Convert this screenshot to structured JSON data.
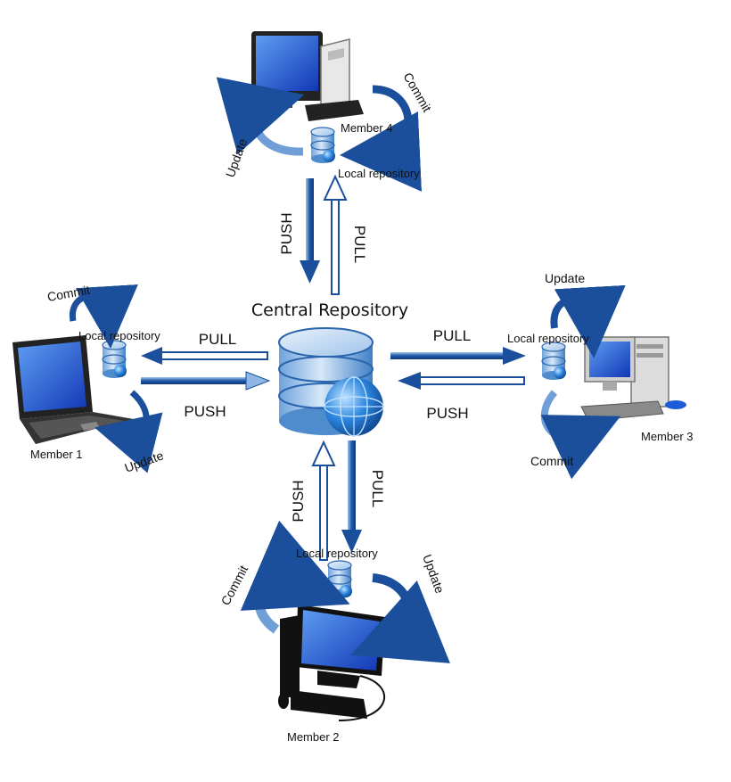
{
  "diagram": {
    "central": {
      "label": "Central Repository"
    },
    "members": [
      {
        "name": "Member 4",
        "local_repo_label": "Local repository",
        "commit_label": "Commit",
        "update_label": "Update"
      },
      {
        "name": "Member 1",
        "local_repo_label": "Local repository",
        "commit_label": "Commit",
        "update_label": "Update"
      },
      {
        "name": "Member 3",
        "local_repo_label": "Local repository",
        "commit_label": "Commit",
        "update_label": "Update"
      },
      {
        "name": "Member 2",
        "local_repo_label": "Local repository",
        "commit_label": "Commit",
        "update_label": "Update"
      }
    ],
    "flows": {
      "push_label": "PUSH",
      "pull_label": "PULL"
    },
    "colors": {
      "arrow": "#1b4f9c",
      "arrow_light": "#8fb7e6",
      "cylinder": "#3f7fc6",
      "cylinder_light": "#cfe2f6",
      "globe": "#1a6fd0",
      "screen": "#1e5bd8"
    }
  }
}
